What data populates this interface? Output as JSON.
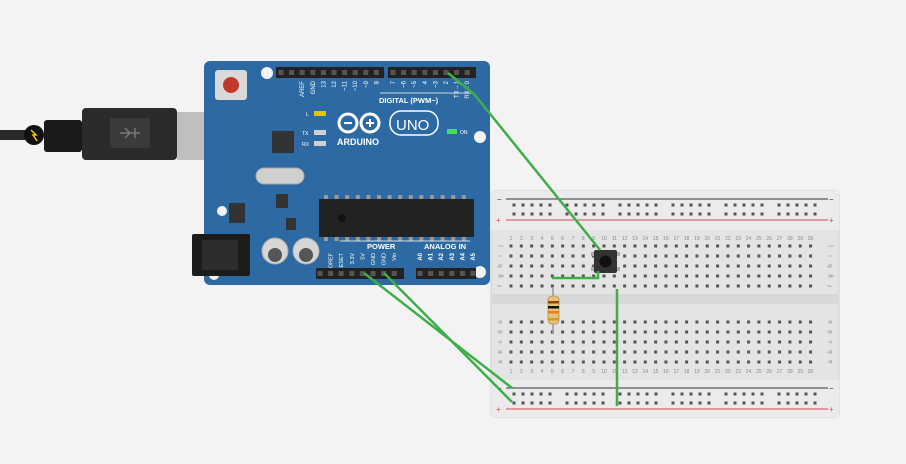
{
  "arduino": {
    "brand": "ARDUINO",
    "model": "UNO",
    "digital_label": "DIGITAL (PWM~)",
    "power_label": "POWER",
    "analog_label": "ANALOG IN",
    "led_l": "L",
    "led_tx": "TX",
    "led_rx": "RX",
    "led_on": "ON",
    "top_pins": [
      "AREF",
      "GND",
      "13",
      "12",
      "~11",
      "~10",
      "~9",
      "8",
      "7",
      "~6",
      "~5",
      "4",
      "~3",
      "2",
      "TX→1",
      "RX←0"
    ],
    "power_pins": [
      "IOREF",
      "RESET",
      "3.3V",
      "5V",
      "GND",
      "GND",
      "Vin"
    ],
    "analog_pins": [
      "A0",
      "A1",
      "A2",
      "A3",
      "A4",
      "A5"
    ]
  },
  "breadboard": {
    "columns": 30,
    "rows_top": [
      "j",
      "i",
      "h",
      "g",
      "f"
    ],
    "rows_bottom": [
      "e",
      "d",
      "c",
      "b",
      "a"
    ],
    "rail_minus": "−",
    "rail_plus": "+"
  },
  "colors": {
    "board": "#2d6aa3",
    "wire": "#3fae49",
    "rail_red": "#d94a4a",
    "rail_black": "#333333"
  }
}
